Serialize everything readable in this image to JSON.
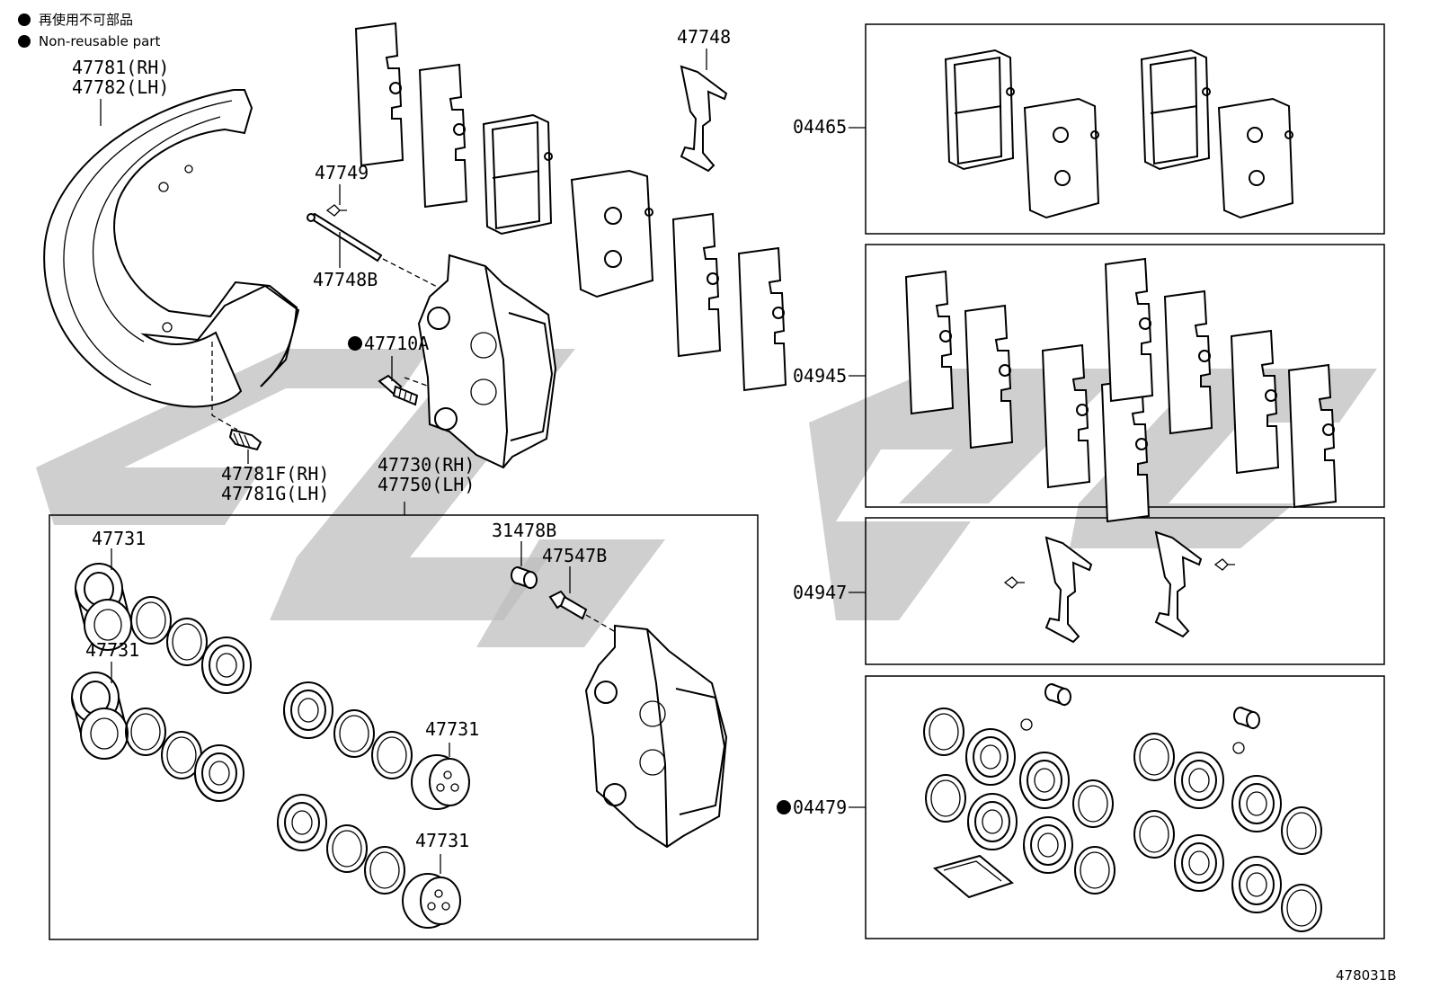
{
  "legend": {
    "jp": "再使用不可部品",
    "en": "Non-reusable part"
  },
  "figure_code": "478031B",
  "labels": {
    "l47781": "47781(RH)",
    "l47782": "47782(LH)",
    "l47749": "47749",
    "l47748": "47748",
    "l47748B": "47748B",
    "l47710A": "47710A",
    "l47781F": "47781F(RH)",
    "l47781G": "47781G(LH)",
    "l47730": "47730(RH)",
    "l47750": "47750(LH)",
    "l47731a": "47731",
    "l47731b": "47731",
    "l47731c": "47731",
    "l47731d": "47731",
    "l31478B": "31478B",
    "l47547B": "47547B",
    "l04465": "04465",
    "l04945": "04945",
    "l04947": "04947",
    "l04479": "04479"
  },
  "kit_boxes": [
    {
      "id": "04465",
      "content": "brake pad set"
    },
    {
      "id": "04945",
      "content": "anti-squeal shim kit"
    },
    {
      "id": "04947",
      "content": "pad support plate kit"
    },
    {
      "id": "04479",
      "content": "cylinder kit",
      "non_reusable": true
    }
  ],
  "non_reusable_parts": [
    "47710A",
    "04479"
  ]
}
